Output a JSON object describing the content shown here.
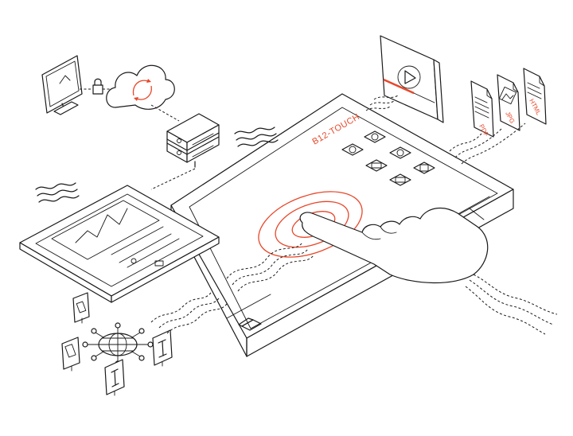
{
  "table_label": "B12-TOUCH",
  "documents": [
    {
      "label": "PDF"
    },
    {
      "label": "JPG"
    },
    {
      "label": "HTML"
    }
  ],
  "colors": {
    "accent": "#e8472a",
    "line": "#1a1a1a",
    "background": "#ffffff"
  },
  "icons": [
    "desktop-monitor-icon",
    "padlock-icon",
    "cloud-sync-icon",
    "server-stack-icon",
    "video-player-icon",
    "document-icon",
    "tablet-icon",
    "globe-network-icon",
    "touch-hand-icon",
    "home-icon",
    "app-icon"
  ]
}
